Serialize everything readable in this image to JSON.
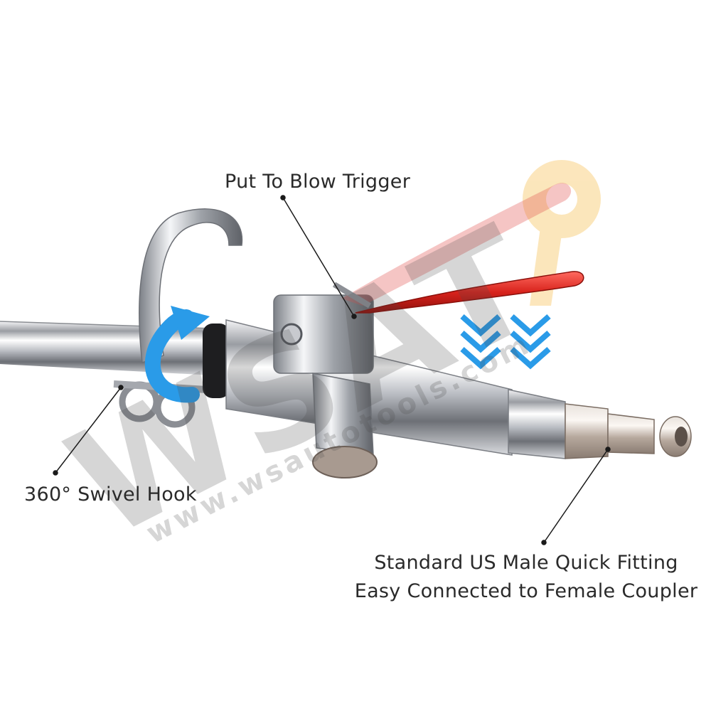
{
  "labels": {
    "trigger": "Put To Blow Trigger",
    "hook": "360° Swivel Hook",
    "fitting_line1": "Standard US Male Quick Fitting",
    "fitting_line2": "Easy Connected to Female Coupler"
  },
  "watermark": {
    "brand": "WSAT",
    "site": "www.wsautotools.com"
  },
  "colors": {
    "background": "#ffffff",
    "arrow_blue": "#2a9be8",
    "trigger_red": "#d8231c",
    "logo_orange": "#f6b53c"
  },
  "icons": [
    "swivel-arrow-icon",
    "down-chevrons-icon",
    "brand-logo-icon"
  ]
}
